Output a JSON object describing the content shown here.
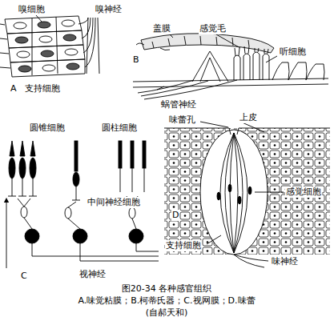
{
  "diagram": {
    "caption": "图20-34 各种感官组织",
    "labels": [
      "嗅细胞",
      "嗅神经",
      "A",
      "支持细胞",
      "盖膜",
      "感觉毛",
      "听细胞",
      "蜗管神经",
      "B",
      "圆锥细胞",
      "圆柱细胞",
      "中间神经细胞",
      "C",
      "视神经",
      "味蕾孔",
      "上皮",
      "感觉细胞",
      "支持细胞",
      "味神经",
      "D",
      "A.味觉粘膜；B.柯蒂氏器；C.视网膜；D.味蕾",
      "(自郝天和)"
    ]
  }
}
